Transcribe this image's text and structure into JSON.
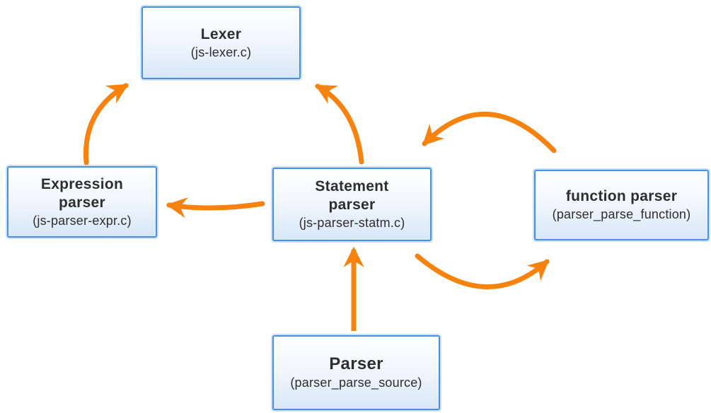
{
  "colors": {
    "arrow": "#f8820e",
    "node_border": "#4a8fe2",
    "node_fill_top": "#ffffff",
    "node_fill_bottom": "#d8e7f8",
    "text": "#2e2e2e"
  },
  "nodes": {
    "lexer": {
      "title": "Lexer",
      "subtitle": "(js-lexer.c)"
    },
    "expression_parser": {
      "title_line1": "Expression",
      "title_line2": "parser",
      "subtitle": "(js-parser-expr.c)"
    },
    "statement_parser": {
      "title_line1": "Statement",
      "title_line2": "parser",
      "subtitle": "(js-parser-statm.c)"
    },
    "function_parser": {
      "title": "function parser",
      "subtitle": "(parser_parse_function)"
    },
    "parser": {
      "title": "Parser",
      "subtitle": "(parser_parse_source)"
    }
  },
  "edges": [
    {
      "from": "expression_parser",
      "to": "lexer"
    },
    {
      "from": "statement_parser",
      "to": "lexer"
    },
    {
      "from": "statement_parser",
      "to": "expression_parser"
    },
    {
      "from": "function_parser",
      "to": "statement_parser"
    },
    {
      "from": "statement_parser",
      "to": "function_parser"
    },
    {
      "from": "parser",
      "to": "statement_parser"
    }
  ]
}
